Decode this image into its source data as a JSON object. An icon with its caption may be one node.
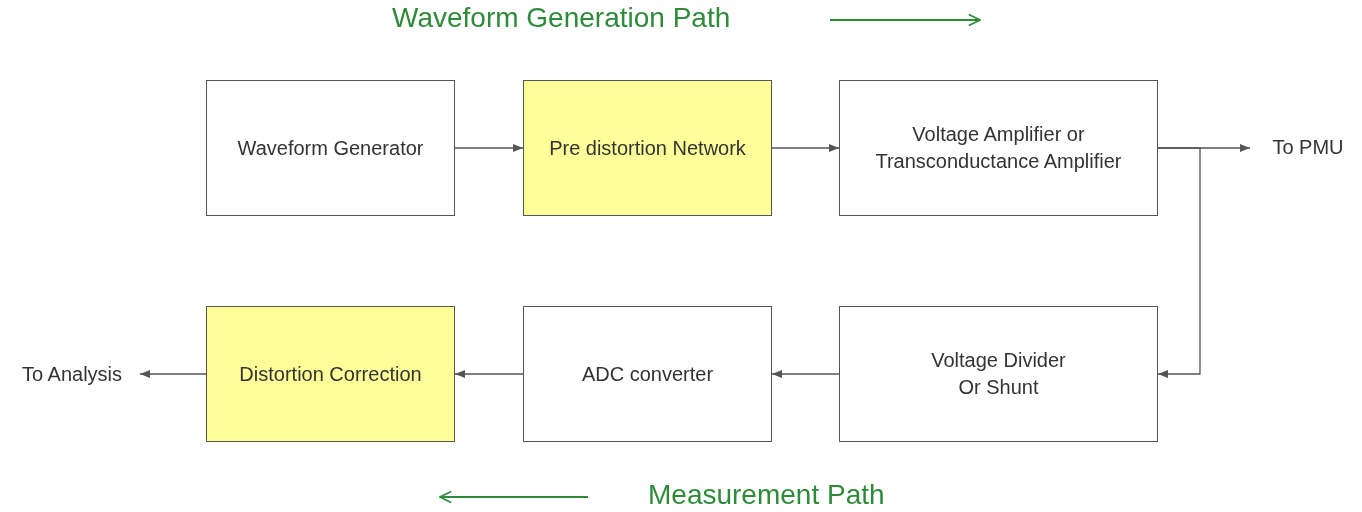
{
  "diagram": {
    "nodes": [
      {
        "text": [
          "Waveform Generator"
        ]
      },
      {
        "text": [
          "Pre distortion Network"
        ]
      },
      {
        "text": [
          "Voltage Amplifier or Transconductance Amplifier"
        ]
      },
      {
        "text": [
          "To PMU"
        ]
      },
      {
        "text": [
          "Voltage Divider Or Shunt"
        ]
      },
      {
        "text": [
          "ADC converter"
        ]
      },
      {
        "text": [
          "Distortion Correction"
        ]
      },
      {
        "text": [
          "To Analysis"
        ]
      }
    ],
    "edges": [
      {
        "from": 0,
        "to": 1,
        "arrow": "to"
      },
      {
        "from": 1,
        "to": 2,
        "arrow": "to"
      },
      {
        "from": 2,
        "to": 3,
        "arrow": "to"
      },
      {
        "from": 2,
        "to": 4,
        "arrow": "to"
      },
      {
        "from": 4,
        "to": 5,
        "arrow": "to"
      },
      {
        "from": 5,
        "to": 6,
        "arrow": "to"
      },
      {
        "from": 6,
        "to": 7,
        "arrow": "to"
      }
    ],
    "labels": [
      "Waveform Generation Path",
      "Measurement Path"
    ]
  }
}
